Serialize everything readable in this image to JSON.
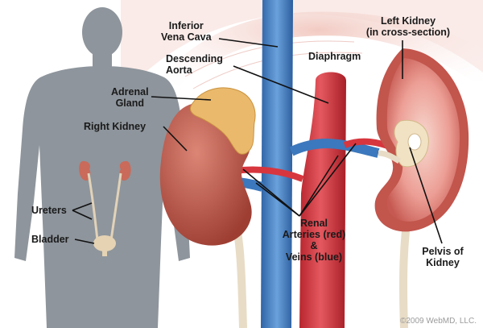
{
  "labels": {
    "inferior_vena_cava": [
      "Inferior",
      "Vena Cava"
    ],
    "descending_aorta": [
      "Descending",
      "Aorta"
    ],
    "diaphragm": "Diaphragm",
    "left_kidney": [
      "Left Kidney",
      "(in cross-section)"
    ],
    "adrenal_gland": [
      "Adrenal",
      "Gland"
    ],
    "right_kidney": "Right Kidney",
    "ureters": "Ureters",
    "bladder": "Bladder",
    "renal_vessels": [
      "Renal",
      "Arteries (red)",
      "&",
      "Veins (blue)"
    ],
    "pelvis_of_kidney": [
      "Pelvis of",
      "Kidney"
    ]
  },
  "copyright": "©2009 WebMD, LLC.",
  "colors": {
    "background": "#ffffff",
    "silhouette": "#8c949b",
    "diaphragm": "#e9b4ac",
    "kidney": "#c96a5a",
    "adrenal": "#e8b76a",
    "aorta": "#d9424a",
    "vena_cava": "#4a86c6",
    "ureter": "#e2d2b8",
    "label_text": "#1a1a1a"
  }
}
